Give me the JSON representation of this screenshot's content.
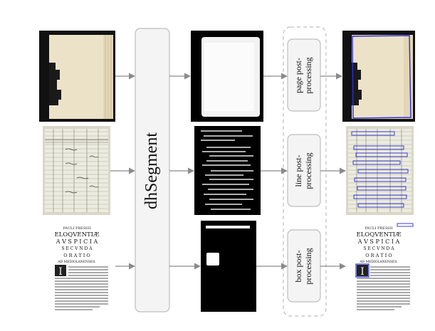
{
  "model": {
    "label": "dhSegment"
  },
  "rows": [
    {
      "input": "page-scan",
      "mask": "page-mask",
      "postprocess": [
        "page post-",
        "processing"
      ],
      "output": "page-result"
    },
    {
      "input": "table-register-scan",
      "mask": "line-mask",
      "postprocess": [
        "line post-",
        "processing"
      ],
      "output": "line-result"
    },
    {
      "input": "latin-text-page",
      "mask": "box-mask",
      "postprocess": [
        "box post-",
        "processing"
      ],
      "output": "box-result"
    }
  ],
  "latin_page": {
    "header": "PAULI PRESSII",
    "line1": "ELOQVENTIÆ",
    "line2": "A V S P I C I A",
    "line3": "S E C V N D A",
    "line4": "O R A T I O",
    "line5": "AD MEDIOLANENSES.",
    "dropcap": "I"
  },
  "colors": {
    "arrow": "#8a8a8a",
    "box_stroke": "#bdbdbd",
    "box_fill": "#f4f4f4",
    "overlay": "#2b2bd6"
  }
}
